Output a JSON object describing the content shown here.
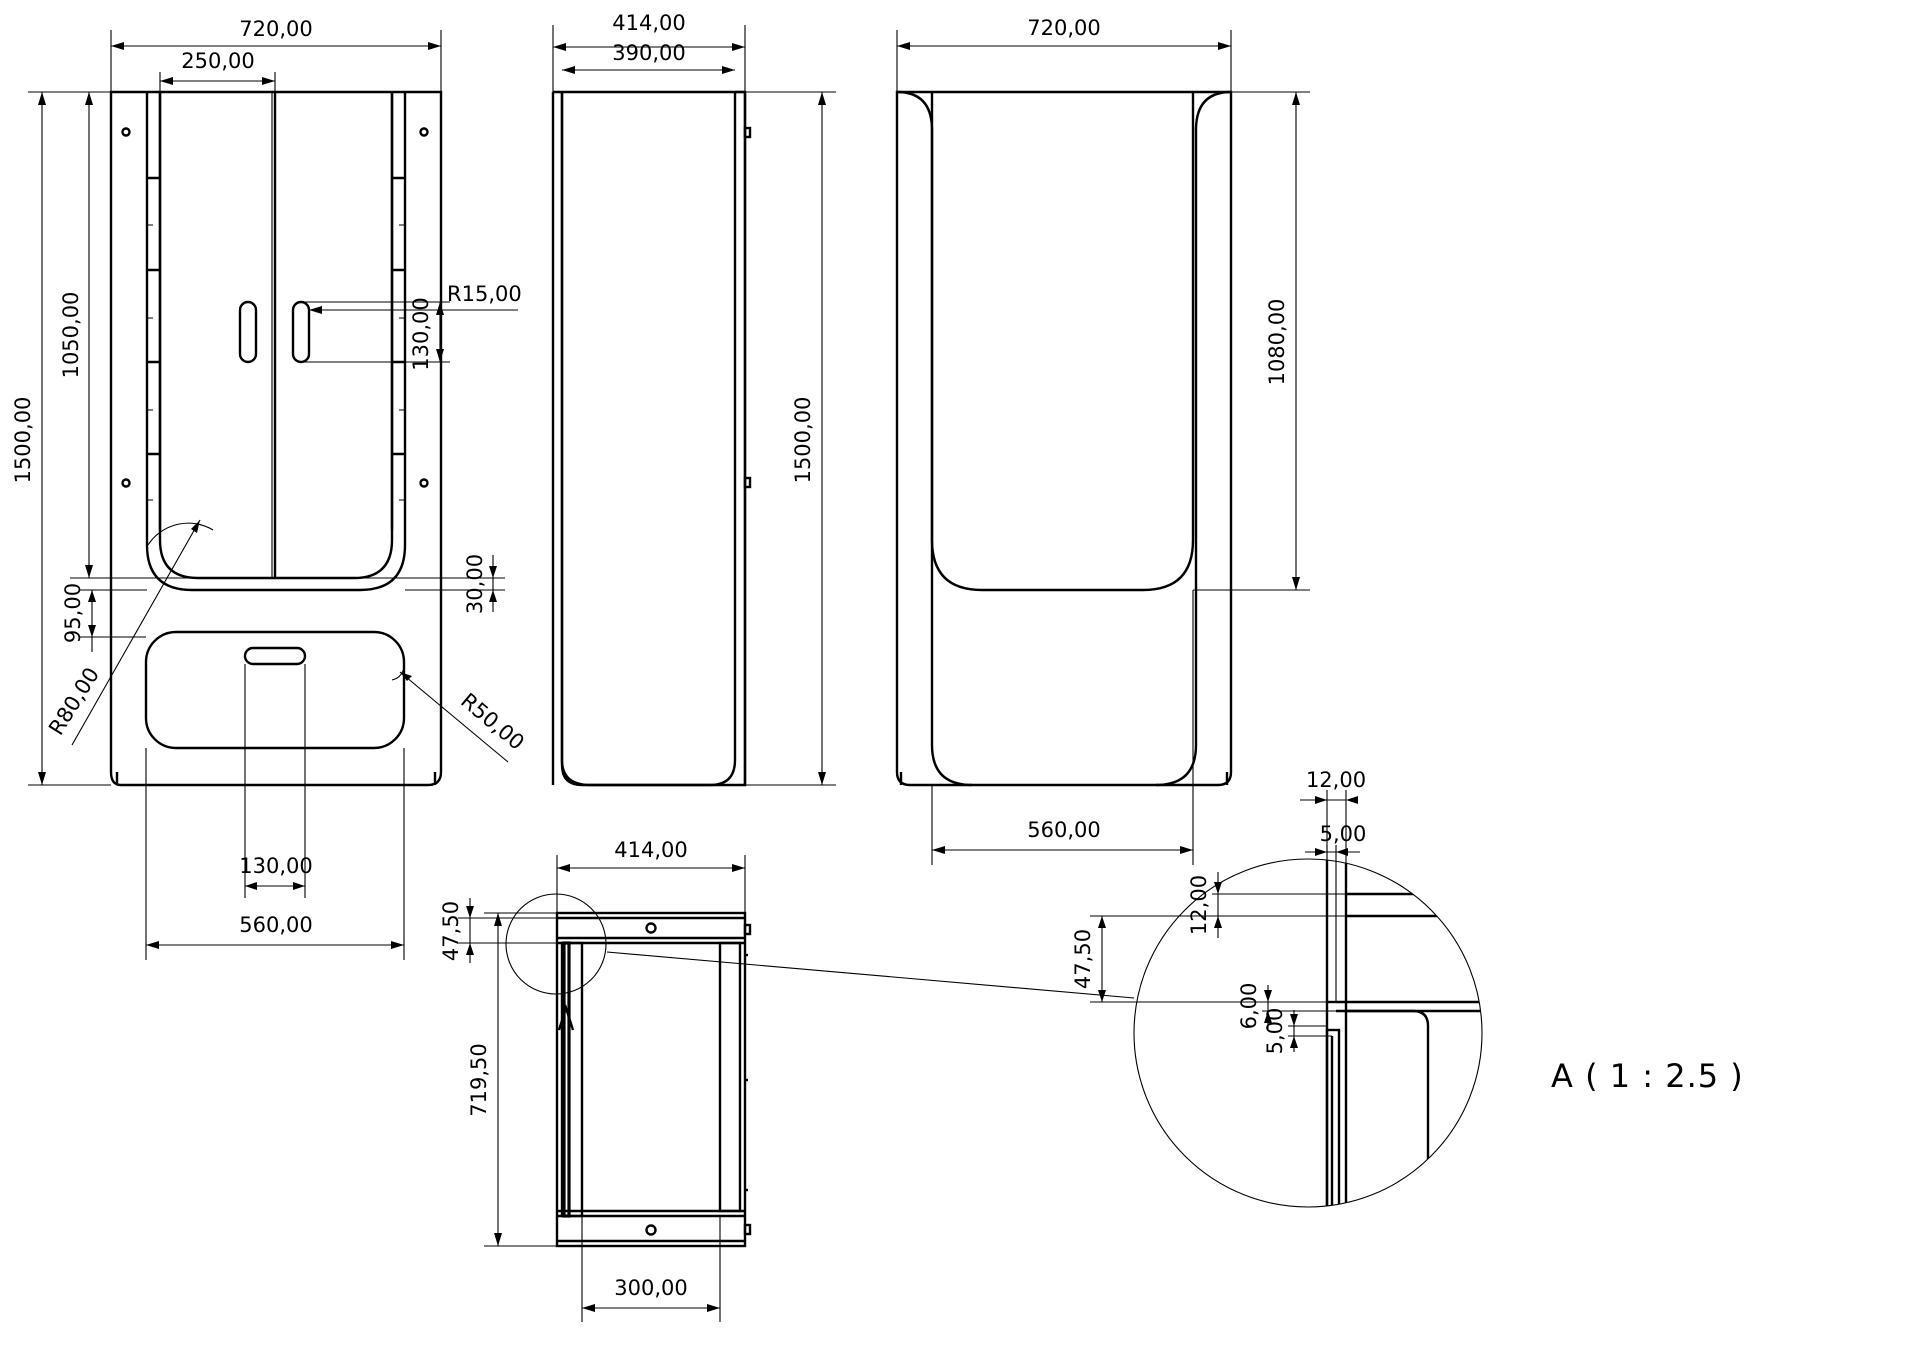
{
  "dimensions": {
    "front_total_width": "720,00",
    "front_door_width": "250,00",
    "front_total_height": "1500,00",
    "front_door_height": "1050,00",
    "handle_radius": "R15,00",
    "handle_length": "130,00",
    "gap_30": "30,00",
    "gap_95": "95,00",
    "radius_80": "R80,00",
    "radius_50": "R50,00",
    "drawer_handle_width": "130,00",
    "front_inner_width": "560,00",
    "side_outer_depth": "414,00",
    "side_inner_depth": "390,00",
    "side_height": "1500,00",
    "back_width": "720,00",
    "back_opening_height": "1080,00",
    "back_opening_width": "560,00",
    "top_depth": "414,00",
    "top_offset": "47,50",
    "top_length": "719,50",
    "top_inner_width": "300,00",
    "detail_12_top": "12,00",
    "detail_5_top": "5,00",
    "detail_12_side": "12,00",
    "detail_47_5": "47,50",
    "detail_6": "6,00",
    "detail_5_side": "5,00"
  },
  "detail_scale": "A ( 1 : 2.5 )"
}
